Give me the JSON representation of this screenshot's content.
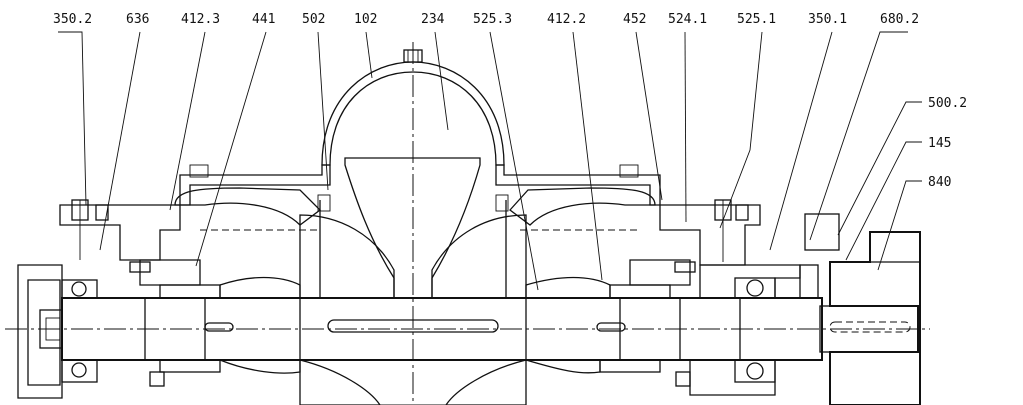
{
  "labels_top": [
    "350.2",
    "636",
    "412.3",
    "441",
    "502",
    "102",
    "234",
    "525.3",
    "412.2",
    "452",
    "524.1",
    "525.1",
    "350.1",
    "680.2"
  ],
  "labels_right": [
    "500.2",
    "145",
    "840"
  ]
}
